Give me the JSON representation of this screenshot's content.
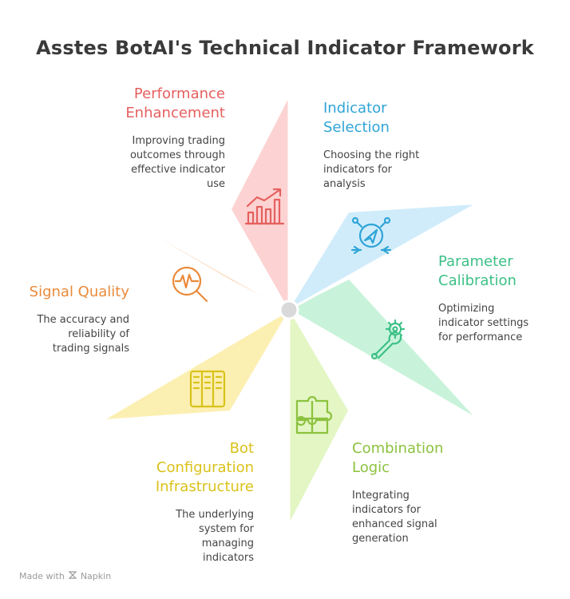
{
  "title": "Asstes BotAI's Technical Indicator Framework",
  "footer": {
    "made_with": "Made with",
    "brand": "Napkin"
  },
  "segments": [
    {
      "head": "Performance\nEnhancement",
      "desc": "Improving trading\noutcomes through\neffective indicator\nuse",
      "color": "#e5605f",
      "icon": "chart-arrow-icon"
    },
    {
      "head": "Indicator\nSelection",
      "desc": "Choosing the right\nindicators for\nanalysis",
      "color": "#2fa4d6",
      "icon": "navigation-target-icon"
    },
    {
      "head": "Parameter\nCalibration",
      "desc": "Optimizing\nindicator settings\nfor performance",
      "color": "#3cc086",
      "icon": "wrench-gear-icon"
    },
    {
      "head": "Combination\nLogic",
      "desc": "Integrating\nindicators for\nenhanced signal\ngeneration",
      "color": "#8cc23f",
      "icon": "puzzle-icon"
    },
    {
      "head": "Bot\nConfiguration\nInfrastructure",
      "desc": "The underlying\nsystem for\nmanaging\nindicators",
      "color": "#d9c21a",
      "icon": "server-rack-icon"
    },
    {
      "head": "Signal Quality",
      "desc": "The accuracy and\nreliability of\ntrading signals",
      "color": "#ea8a3a",
      "icon": "magnifier-wave-icon"
    }
  ]
}
